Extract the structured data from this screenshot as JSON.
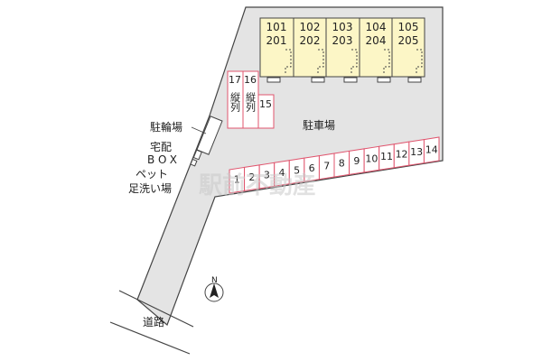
{
  "building": {
    "units": [
      {
        "top": "101",
        "bottom": "201"
      },
      {
        "top": "102",
        "bottom": "202"
      },
      {
        "top": "103",
        "bottom": "203"
      },
      {
        "top": "104",
        "bottom": "204"
      },
      {
        "top": "105",
        "bottom": "205"
      }
    ]
  },
  "parking": {
    "label": "駐車場",
    "row_slots": [
      "1",
      "2",
      "3",
      "4",
      "5",
      "6",
      "7",
      "8",
      "9",
      "10",
      "11",
      "12",
      "13",
      "14"
    ],
    "side_slots": [
      {
        "number": "17",
        "note": "縦列"
      },
      {
        "number": "16",
        "note": "縦列"
      },
      {
        "number": "15",
        "note": ""
      }
    ]
  },
  "facilities": {
    "bicycle_parking": "駐輪場",
    "delivery_box_line1": "宅配",
    "delivery_box_line2": "BOX",
    "pet_wash_line1": "ペット",
    "pet_wash_line2": "足洗い場"
  },
  "road_label": "道路",
  "compass_label": "N",
  "watermark": "駅前不動産",
  "colors": {
    "lot": "#e4e4e4",
    "building": "#fcf6c6",
    "slot_line": "#e0556e",
    "outline": "#444444"
  }
}
